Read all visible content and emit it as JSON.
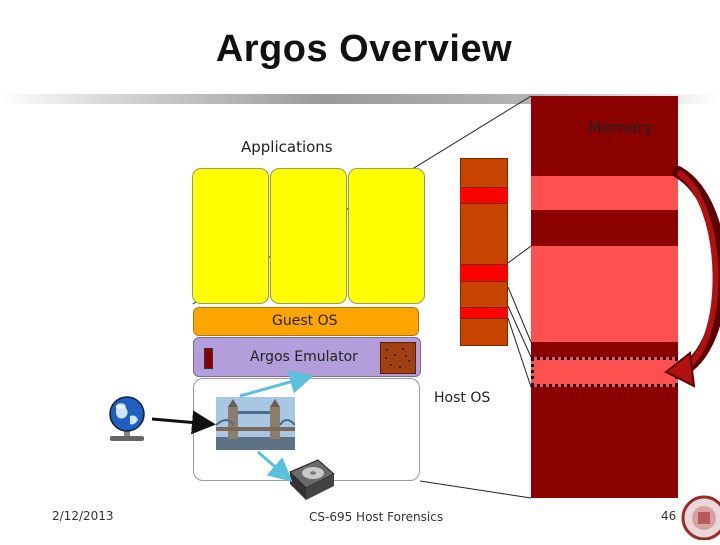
{
  "slide": {
    "title": "Argos Overview",
    "labels": {
      "applications": "Applications",
      "memory": "Memory",
      "guest_os": "Guest OS",
      "argos_emulator": "Argos Emulator",
      "host_os": "Host OS"
    },
    "footer": {
      "date": "2/12/2013",
      "course": "CS-695 Host Forensics",
      "page": "46"
    }
  },
  "icons": [
    "network-globe-icon",
    "bridge-photo-icon",
    "hard-disk-icon",
    "university-seal-icon"
  ],
  "colors": {
    "applications": "#ffff00",
    "guest_os": "#ffa500",
    "argos_emulator": "#b39ddb",
    "memory_dark": "#8b0000",
    "memory_highlight": "#ff5050",
    "stack_dark": "#c84300",
    "stack_red": "#ff0000",
    "arrow_teal": "#5bc0de"
  }
}
